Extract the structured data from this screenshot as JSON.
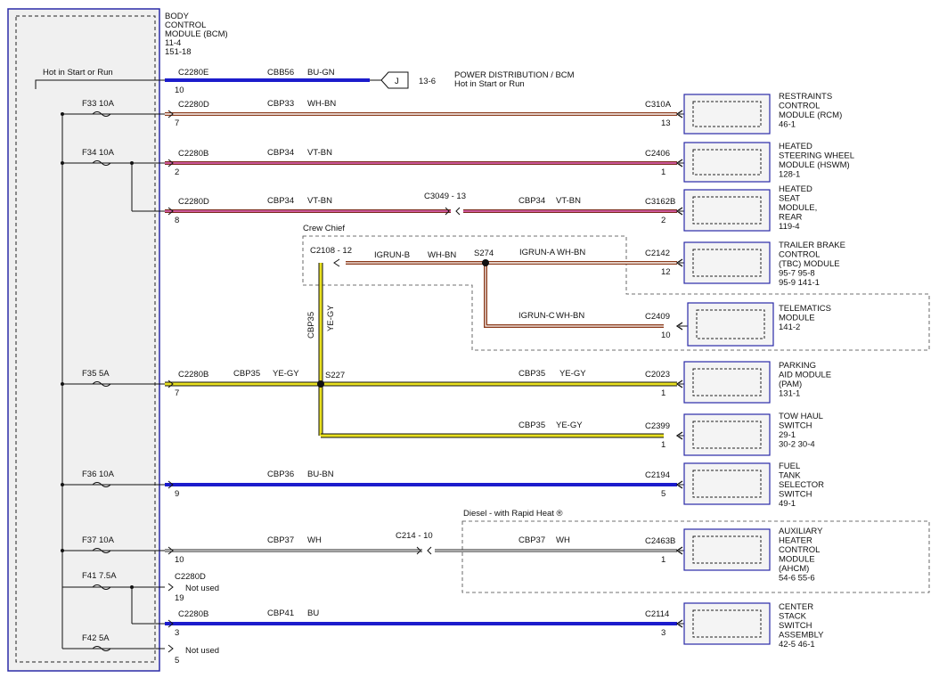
{
  "bcm": {
    "title": [
      "BODY",
      "CONTROL",
      "MODULE (BCM)",
      "11-4",
      "151-18"
    ],
    "hot_label": "Hot in Start or Run"
  },
  "colors": {
    "WH-BN_a": "#ffffff",
    "WH-BN_b": "#8b3a1a",
    "VT-BN_a": "#e868c8",
    "VT-BN_b": "#7a2a1a",
    "BU-GN": "#1c1ccc",
    "BU-BN": "#1c1ccc",
    "BU": "#1c1ccc",
    "YE-GY": "#e8e020",
    "WH": "#ffffff"
  },
  "circuits": [
    {
      "id": "hot",
      "fuse": "",
      "c_left": "C2280E",
      "pin_left": "10",
      "wire": "CBB56",
      "color": "BU-GN",
      "c_right": "",
      "pin_right": "",
      "dest": [
        "POWER DISTRIBUTION / BCM",
        "Hot in Start or Run"
      ],
      "jref": "J",
      "jpage": "13-6"
    },
    {
      "id": "rcm",
      "fuse": "F33  10A",
      "c_left": "C2280D",
      "pin_left": "7",
      "wire": "CBP33",
      "color": "WH-BN",
      "c_right": "C310A",
      "pin_right": "13",
      "dest": [
        "RESTRAINTS",
        "CONTROL",
        "MODULE (RCM)",
        "46-1"
      ]
    },
    {
      "id": "hswm",
      "fuse": "F34  10A",
      "c_left": "C2280B",
      "pin_left": "2",
      "wire": "CBP34",
      "color": "VT-BN",
      "c_right": "C2406",
      "pin_right": "1",
      "dest": [
        "HEATED",
        "STEERING WHEEL",
        "MODULE (HSWM)",
        "128-1"
      ]
    },
    {
      "id": "seat",
      "fuse": "",
      "c_left": "C2280D",
      "pin_left": "8",
      "wire": "CBP34",
      "color": "VT-BN",
      "inline": "C3049 - 13",
      "wire2": "CBP34",
      "color2": "VT-BN",
      "c_right": "C3162B",
      "pin_right": "2",
      "dest": [
        "HEATED",
        "SEAT",
        "MODULE,",
        "REAR",
        "119-4"
      ]
    },
    {
      "id": "tbc",
      "fuse": "",
      "c_left": "",
      "pin_left": "",
      "wire": "IGRUN-A",
      "color": "WH-BN",
      "c_right": "C2142",
      "pin_right": "12",
      "dest": [
        "TRAILER BRAKE",
        "CONTROL",
        "(TBC) MODULE",
        "95-7   95-8",
        "95-9   141-1"
      ]
    },
    {
      "id": "telematics",
      "fuse": "",
      "c_left": "",
      "pin_left": "",
      "wire": "IGRUN-C",
      "color": "WH-BN",
      "c_right": "C2409",
      "pin_right": "10",
      "dest": [
        "TELEMATICS",
        "MODULE",
        "141-2"
      ]
    },
    {
      "id": "pam",
      "fuse": "F35  5A",
      "c_left": "C2280B",
      "pin_left": "7",
      "wire": "CBP35",
      "color": "YE-GY",
      "c_right": "C2023",
      "pin_right": "1",
      "dest": [
        "PARKING",
        "AID MODULE",
        "(PAM)",
        "131-1"
      ]
    },
    {
      "id": "tow",
      "fuse": "",
      "c_left": "",
      "pin_left": "",
      "wire": "CBP35",
      "color": "YE-GY",
      "c_right": "C2399",
      "pin_right": "1",
      "dest": [
        "TOW HAUL",
        "SWITCH",
        "29-1",
        "30-2    30-4"
      ]
    },
    {
      "id": "fuel",
      "fuse": "F36  10A",
      "c_left": "",
      "pin_left": "9",
      "wire": "CBP36",
      "color": "BU-BN",
      "c_right": "C2194",
      "pin_right": "5",
      "dest": [
        "FUEL",
        "TANK",
        "SELECTOR",
        "SWITCH",
        "49-1"
      ]
    },
    {
      "id": "ahcm",
      "fuse": "F37  10A",
      "c_left": "",
      "pin_left": "10",
      "wire": "CBP37",
      "color": "WH",
      "inline": "C214  - 10",
      "wire2": "CBP37",
      "color2": "WH",
      "c_right": "C2463B",
      "pin_right": "1",
      "dest": [
        "AUXILIARY",
        "HEATER",
        "CONTROL",
        "MODULE",
        "(AHCM)",
        "54-6    55-6"
      ]
    },
    {
      "id": "notused1",
      "fuse": "F41  7.5A",
      "c_left": "C2280D",
      "pin_left": "19",
      "note": "Not used"
    },
    {
      "id": "csss",
      "fuse": "",
      "c_left": "C2280B",
      "pin_left": "3",
      "wire": "CBP41",
      "color": "BU",
      "c_right": "C2114",
      "pin_right": "3",
      "dest": [
        "CENTER",
        "STACK",
        "SWITCH",
        "ASSEMBLY",
        "42-5    46-1"
      ]
    },
    {
      "id": "notused2",
      "fuse": "F42  5A",
      "c_left": "",
      "pin_left": "5",
      "note": "Not used"
    }
  ],
  "crew_chief": {
    "label": "Crew Chief",
    "connector": "C2108  - 12",
    "wire_b": "IGRUN-B",
    "color_b": "WH-BN",
    "splice": "S274",
    "vertical_wire": "CBP35",
    "vertical_color": "YE-GY"
  },
  "splice_pam": "S227",
  "diesel_label": "Diesel - with Rapid Heat ®"
}
